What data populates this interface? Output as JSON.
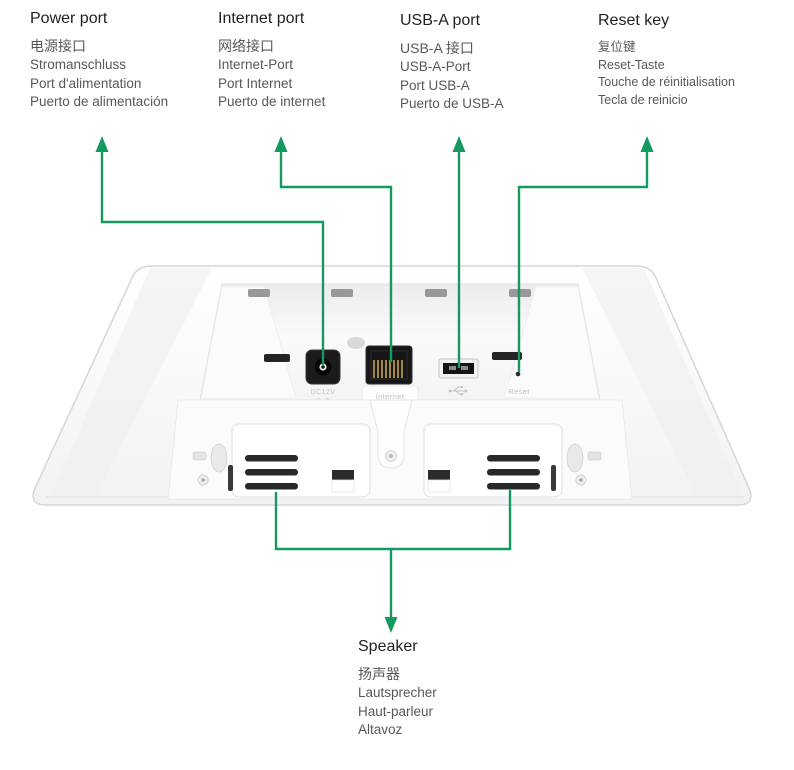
{
  "colors": {
    "accent": "#149a61",
    "heading": "#231f20",
    "subtext": "#58585a",
    "device_label": "#c2c2c6"
  },
  "icons": {
    "usb_icon": "usb-trident",
    "arrow_icons": "green elbow arrows connecting labels to device features"
  },
  "callouts": {
    "power": {
      "title": "Power port",
      "translations": [
        "电源接口",
        "Stromanschluss",
        "Port d'alimentation",
        "Puerto de alimentación"
      ]
    },
    "internet": {
      "title": "Internet port",
      "translations": [
        "网络接口",
        "Internet-Port",
        "Port Internet",
        "Puerto de internet"
      ]
    },
    "usb": {
      "title": "USB-A port",
      "translations": [
        "USB-A 接口",
        "USB-A-Port",
        "Port USB-A",
        "Puerto de USB-A"
      ]
    },
    "reset": {
      "title": "Reset key",
      "translations": [
        "复位键",
        "Reset-Taste",
        "Touche de réinitialisation",
        "Tecla de reinicio"
      ]
    },
    "speaker": {
      "title": "Speaker",
      "translations": [
        "扬声器",
        "Lautsprecher",
        "Haut-parleur",
        "Altavoz"
      ]
    }
  },
  "device": {
    "port_labels": {
      "power": "DC12V",
      "power_polarity": "⊖–⊕",
      "internet": "Internet",
      "reset": "Reset"
    }
  }
}
